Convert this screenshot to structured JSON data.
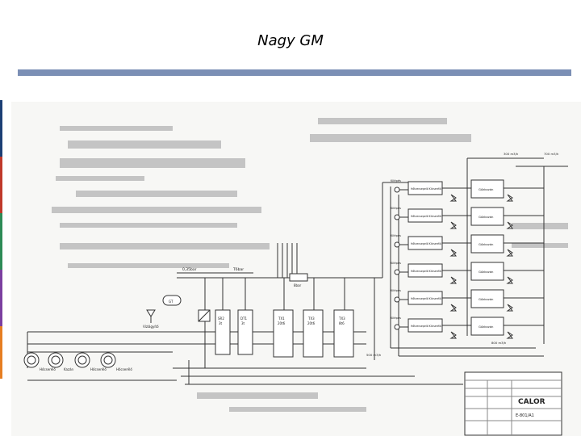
{
  "slide": {
    "title": "Nagy GM"
  },
  "colors": {
    "rule": "#7b8fb5",
    "left_bar": [
      "#1c3f75",
      "#c0392b",
      "#2e8b57",
      "#7b3fa0",
      "#e67e22"
    ]
  },
  "labels": {
    "top_pressure": "0,35bar",
    "top_pipe": "T6bar",
    "collector": "8bar",
    "deaerator": "GT",
    "tank_1": "SR2",
    "tank_1_sub": "3t",
    "tank_2": "DT1",
    "tank_2_sub": "3t",
    "tank_3": "TX1",
    "tank_3_sub": "20t6",
    "tank_4": "TX3",
    "tank_4_sub": "20t6",
    "tank_5": "TX3",
    "tank_5_sub": "8t6",
    "heater_1": "Hőcserélő",
    "heater_2": "Kazán",
    "heater_3": "Hőcserélő",
    "heater_4": "Hőcserélő",
    "pump_label_left": "Vízlágyítő",
    "boiler_row_label": "Gőzkazán",
    "boiler_in": "Kilépés",
    "boiler_inner": "Hőtvecsepelő Kilcserélő",
    "flow_1": "300 m3/h",
    "flow_2": "700 m3/h",
    "flow_3": "800 m3/h",
    "flow_4": "500 m3/h"
  },
  "boilers": [
    {
      "inlet": "Kilépés",
      "eco": "Hőtvecsepelő Kilcserélő",
      "boiler": "Gőzkazán"
    },
    {
      "inlet": "Kilépés",
      "eco": "Hőtvecsepelő Kilcserélő",
      "boiler": "Gőzkazán"
    },
    {
      "inlet": "Kilépés",
      "eco": "Hőtvecsepelő Kilcserélő",
      "boiler": "Gőzkazán"
    },
    {
      "inlet": "Kilépés",
      "eco": "Hőtvecsepelő Kilcserélő",
      "boiler": "Gőzkazán"
    },
    {
      "inlet": "Kilépés",
      "eco": "Hőtvecsepelő Kilcserélő",
      "boiler": "Gőzkazán"
    },
    {
      "inlet": "Kilépés",
      "eco": "Hőtvecsepelő Kilcserélő",
      "boiler": "Gőzkazán"
    }
  ],
  "title_block": {
    "company": "CALOR",
    "drawing_no": "E-801/A1"
  }
}
